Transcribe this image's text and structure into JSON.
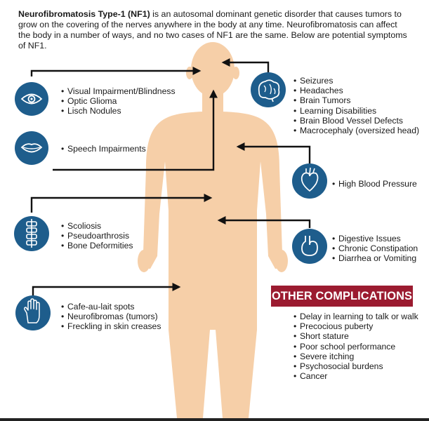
{
  "intro": {
    "title": "Neurofibromatosis Type-1 (NF1)",
    "text": " is an autosomal dominant genetic disorder that causes tumors to grow on the covering of the nerves anywhere in the body at any time. Neurofibromatosis can affect the body in a number of ways, and no two cases of NF1 are the same. Below are potential symptoms of NF1."
  },
  "colors": {
    "icon_bg": "#1e5d8c",
    "body": "#f6cfa8",
    "banner": "#9b1b30",
    "lines": "#111111"
  },
  "groups": {
    "eye": {
      "icon": "eye-icon",
      "items": [
        "Visual Impairment/Blindness",
        "Optic Glioma",
        "Lisch Nodules"
      ]
    },
    "mouth": {
      "icon": "mouth-icon",
      "items": [
        "Speech Impairments"
      ]
    },
    "brain": {
      "icon": "brain-icon",
      "items": [
        "Seizures",
        "Headaches",
        "Brain Tumors",
        "Learning Disabilities",
        "Brain Blood Vessel Defects",
        "Macrocephaly (oversized head)"
      ]
    },
    "heart": {
      "icon": "heart-icon",
      "items": [
        "High Blood Pressure"
      ]
    },
    "spine": {
      "icon": "spine-icon",
      "items": [
        "Scoliosis",
        "Pseudoarthrosis",
        "Bone Deformities"
      ]
    },
    "stomach": {
      "icon": "stomach-icon",
      "items": [
        "Digestive Issues",
        "Chronic Constipation",
        "Diarrhea or Vomiting"
      ]
    },
    "hand": {
      "icon": "hand-icon",
      "items": [
        "Cafe-au-lait spots",
        "Neurofibromas (tumors)",
        "Freckling in skin creases"
      ]
    }
  },
  "other": {
    "title": "OTHER COMPLICATIONS",
    "items": [
      "Delay in learning to talk or walk",
      "Precocious puberty",
      "Short stature",
      "Poor school performance",
      "Severe itching",
      "Psychosocial burdens",
      "Cancer"
    ]
  }
}
